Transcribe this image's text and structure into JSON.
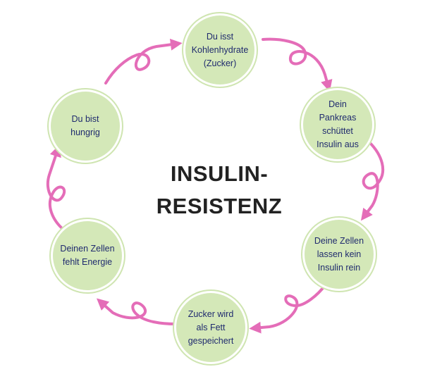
{
  "title": {
    "line1": "INSULIN-",
    "line2": "RESISTENZ"
  },
  "cycle_steps": [
    "Du isst\nKohlenhydrate\n(Zucker)",
    "Dein\nPankreas\nschüttet\nInsulin aus",
    "Deine Zellen\nlassen kein\nInsulin rein",
    "Zucker wird\nals Fett\ngespeichert",
    "Deinen Zellen\nfehlt Energie",
    "Du bist\nhungrig"
  ],
  "colors": {
    "node_fill": "#d4e8b8",
    "node_ring": "#cfe5b1",
    "node_text": "#1f2a6e",
    "arrow": "#e46db8",
    "title": "#222222"
  }
}
